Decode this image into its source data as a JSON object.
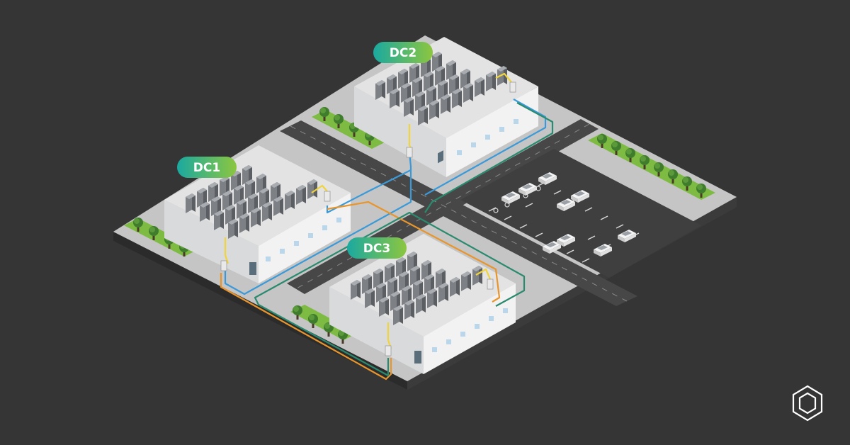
{
  "labels": {
    "dc1": "DC1",
    "dc2": "DC2",
    "dc3": "DC3"
  },
  "colors": {
    "background": "#353535",
    "cable_blue": "#3a9ad9",
    "cable_orange": "#e8952c",
    "cable_green": "#2a8a6e",
    "cable_yellow": "#f1d43b",
    "label_gradient_start": "#1aa9a0",
    "label_gradient_end": "#8cc63f"
  },
  "icons": {
    "logo": "hexagon-logo-icon",
    "rack": "server-rack-icon",
    "tree": "tree-icon",
    "car": "car-icon",
    "accessible_parking": "wheelchair-icon"
  }
}
